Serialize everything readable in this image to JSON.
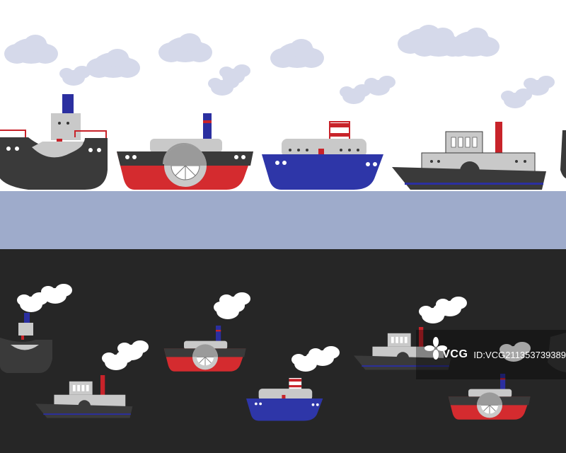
{
  "watermark": {
    "brand": "VCG",
    "id_text": "ID:VCG211353739389",
    "icon": "vcg-flower-logo"
  },
  "colors": {
    "sky": "#ffffff",
    "sea": "#9eabcb",
    "night": "#262626",
    "cloud": "#d5d9ea",
    "black_hull": "#3a3a3a",
    "red_hull": "#d42b2f",
    "blue_hull": "#2e36a8",
    "superstructure": "#c9c9c9",
    "funnel_blue": "#2b2fa0",
    "funnel_red": "#c8232a"
  },
  "scene": {
    "top_panel": "day harbour strip with four steamships",
    "bottom_panel": "night strip with scattered steamships"
  }
}
